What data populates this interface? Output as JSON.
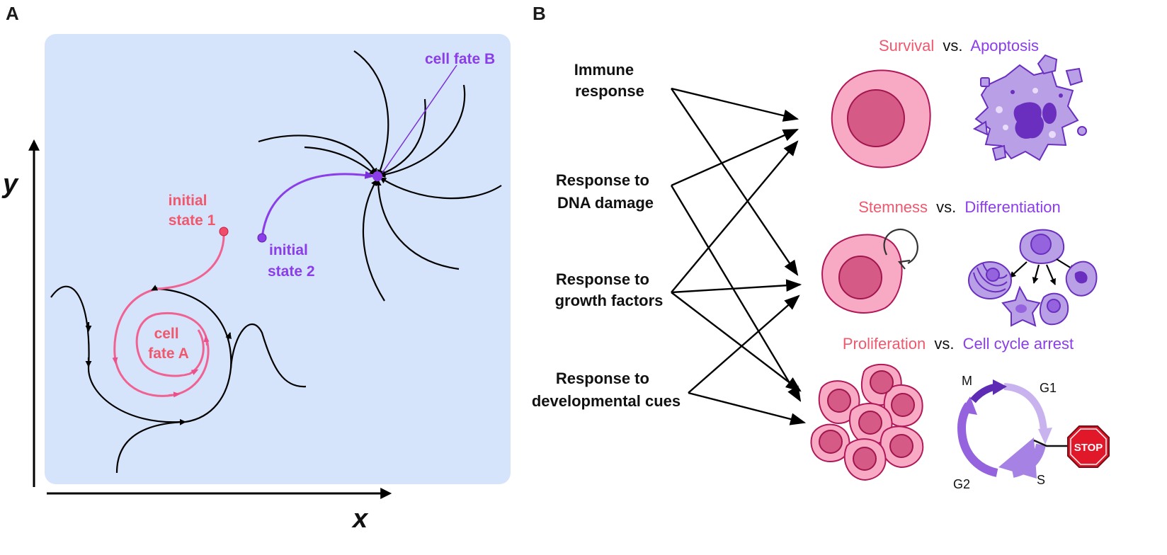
{
  "panel_a": {
    "letter": "A",
    "x_axis_label": "x",
    "y_axis_label": "y",
    "initial_state_1": [
      "initial",
      "state 1"
    ],
    "initial_state_2": [
      "initial",
      "state 2"
    ],
    "cell_fate_a": [
      "cell",
      "fate A"
    ],
    "cell_fate_b": "cell fate B"
  },
  "panel_b": {
    "letter": "B",
    "stimuli": [
      [
        "Immune",
        "response"
      ],
      [
        "Response to",
        "DNA damage"
      ],
      [
        "Response to",
        "growth factors"
      ],
      [
        "Response to",
        "developmental cues"
      ]
    ],
    "fates": [
      {
        "left": "Survival",
        "vs": "vs.",
        "right": "Apoptosis"
      },
      {
        "left": "Stemness",
        "vs": "vs.",
        "right": "Differentiation"
      },
      {
        "left": "Proliferation",
        "vs": "vs.",
        "right": "Cell cycle arrest"
      }
    ],
    "cell_cycle": {
      "m": "M",
      "g1": "G1",
      "s": "S",
      "g2": "G2",
      "stop": "STOP"
    }
  },
  "colors": {
    "panel_bg": "#d5e4fb",
    "fate_red": "#f0586e",
    "fate_purple": "#8b3dea",
    "trajectory_pink": "#f06292",
    "cell_pink": "#f8a9c4",
    "nucleus": "#d65a86",
    "apoptotic_purple": "#b9a0e6"
  }
}
